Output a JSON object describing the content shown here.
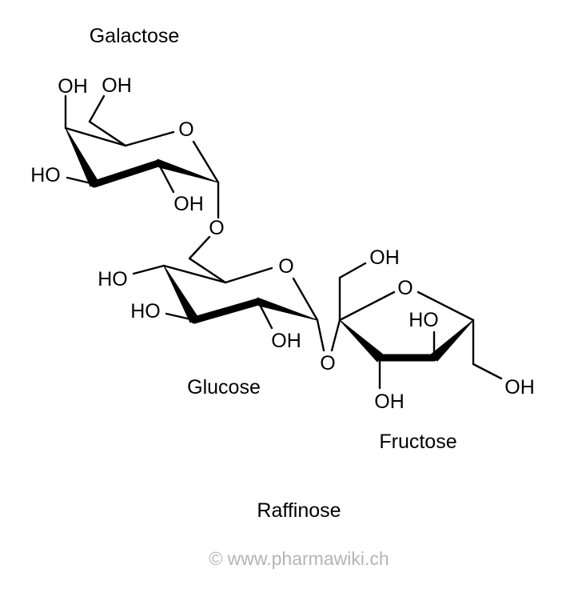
{
  "title": "Raffinose",
  "units": {
    "galactose": "Galactose",
    "glucose": "Glucose",
    "fructose": "Fructose"
  },
  "atoms": {
    "gal_c4_oh": "OH",
    "gal_c6_oh": "OH",
    "gal_ring_o": "O",
    "gal_c3_oh": "HO",
    "gal_c2_oh": "OH",
    "glyco_o1": "O",
    "glc_c4_oh": "HO",
    "glc_ring_o": "O",
    "glc_c3_oh": "HO",
    "glc_c2_oh": "OH",
    "glyco_o2": "O",
    "fru_c1_oh": "OH",
    "fru_ring_o": "O",
    "fru_c4_oh": "HO",
    "fru_c3_oh": "OH",
    "fru_c6_oh": "OH"
  },
  "copyright": "© www.pharmawiki.ch"
}
